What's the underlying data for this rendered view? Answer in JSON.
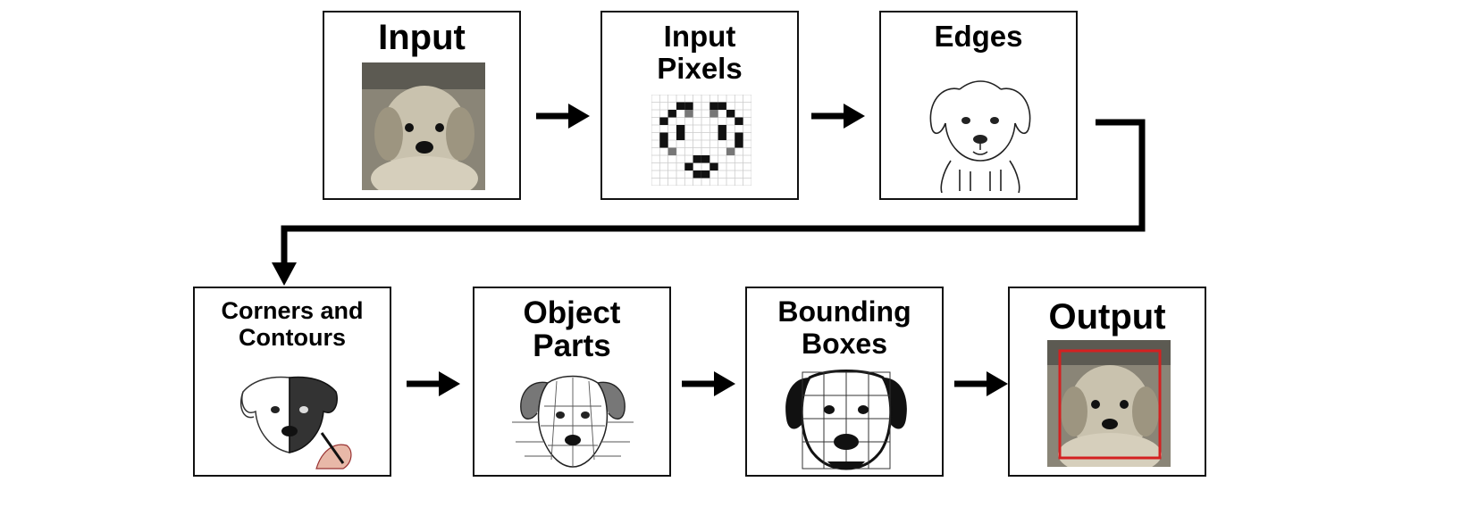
{
  "pipeline": {
    "steps": [
      {
        "id": "input",
        "title_line1": "Input",
        "title_line2": ""
      },
      {
        "id": "input-pixels",
        "title_line1": "Input",
        "title_line2": "Pixels"
      },
      {
        "id": "edges",
        "title_line1": "Edges",
        "title_line2": ""
      },
      {
        "id": "corners-contours",
        "title_line1": "Corners and",
        "title_line2": "Contours"
      },
      {
        "id": "object-parts",
        "title_line1": "Object",
        "title_line2": "Parts"
      },
      {
        "id": "bounding-boxes",
        "title_line1": "Bounding",
        "title_line2": "Boxes"
      },
      {
        "id": "output",
        "title_line1": "Output",
        "title_line2": ""
      }
    ]
  },
  "colors": {
    "border": "#111111",
    "arrow": "#000000",
    "bbox_highlight": "#d42020"
  },
  "icons": [
    "puppy-photo",
    "pixel-grid-dog",
    "dog-sketch",
    "half-shaded-dog-with-hand",
    "segmented-dog-face",
    "dog-with-bounding-grid",
    "puppy-photo-with-red-box"
  ]
}
